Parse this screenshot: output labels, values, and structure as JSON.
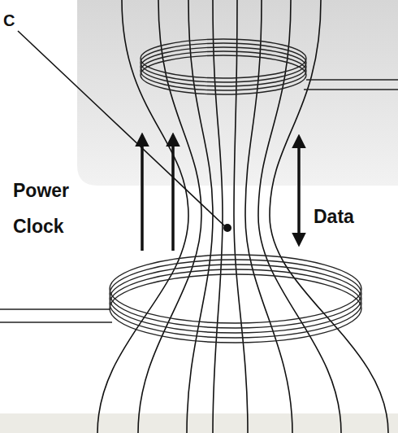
{
  "diagram": {
    "labels": [
      "C",
      "Power",
      "Clock",
      "Data"
    ]
  }
}
